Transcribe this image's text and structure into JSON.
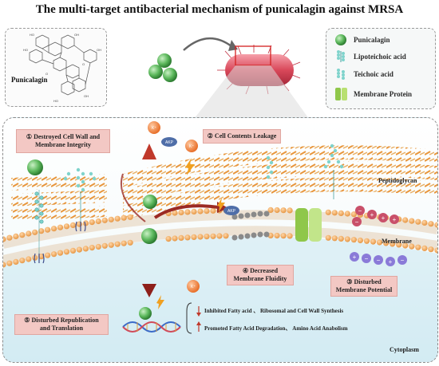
{
  "title": "The multi-target antibacterial mechanism of punicalagin against MRSA",
  "structure_label": "Punicalagin",
  "legend": {
    "items": [
      {
        "label": "Punicalagin",
        "icon": "green-sphere-icon"
      },
      {
        "label": "Lipoteichoic acid",
        "icon": "lipoteichoic-acid-icon"
      },
      {
        "label": "Teichoic acid",
        "icon": "teichoic-acid-icon"
      },
      {
        "label": "Membrane Protein",
        "icon": "membrane-protein-icon"
      }
    ]
  },
  "mechanisms": {
    "m1": {
      "line1": "① Destroyed Cell Wall and",
      "line2": "Membrane Integrity"
    },
    "m2": {
      "line1": "② Cell Contents Leakage"
    },
    "m3": {
      "line1": "③ Disturbed",
      "line2": "Membrane Potential"
    },
    "m4": {
      "line1": "④ Decreased",
      "line2": "Membrane Fluidity"
    },
    "m5": {
      "line1": "⑤ Disturbed Republication",
      "line2": "and Translation"
    }
  },
  "regions": {
    "peptidoglycan": "Peptidoglycan",
    "membrane": "Membrane",
    "cytoplasm": "Cytoplasm"
  },
  "effects": {
    "inhibited": "Inhibited Fatty acid 、 Ribosomal and Cell Wall Synthesis",
    "promoted": "Promoted Fatty Acid Degradation、 Amino Acid Anabolism"
  },
  "ions": {
    "potassium": "K⁺",
    "akp": "AKP"
  },
  "charges": {
    "plus": "+",
    "minus": "−"
  },
  "colors": {
    "tag_fill": "#f3c8c4",
    "punicalagin_green": "#5cb85c",
    "arrow_red": "#b5322d",
    "potassium_orange": "#e8702a",
    "akp_blue": "#4f6ea8",
    "membrane_orange": "#e89a4a",
    "bacterium_red": "#d9485a"
  }
}
